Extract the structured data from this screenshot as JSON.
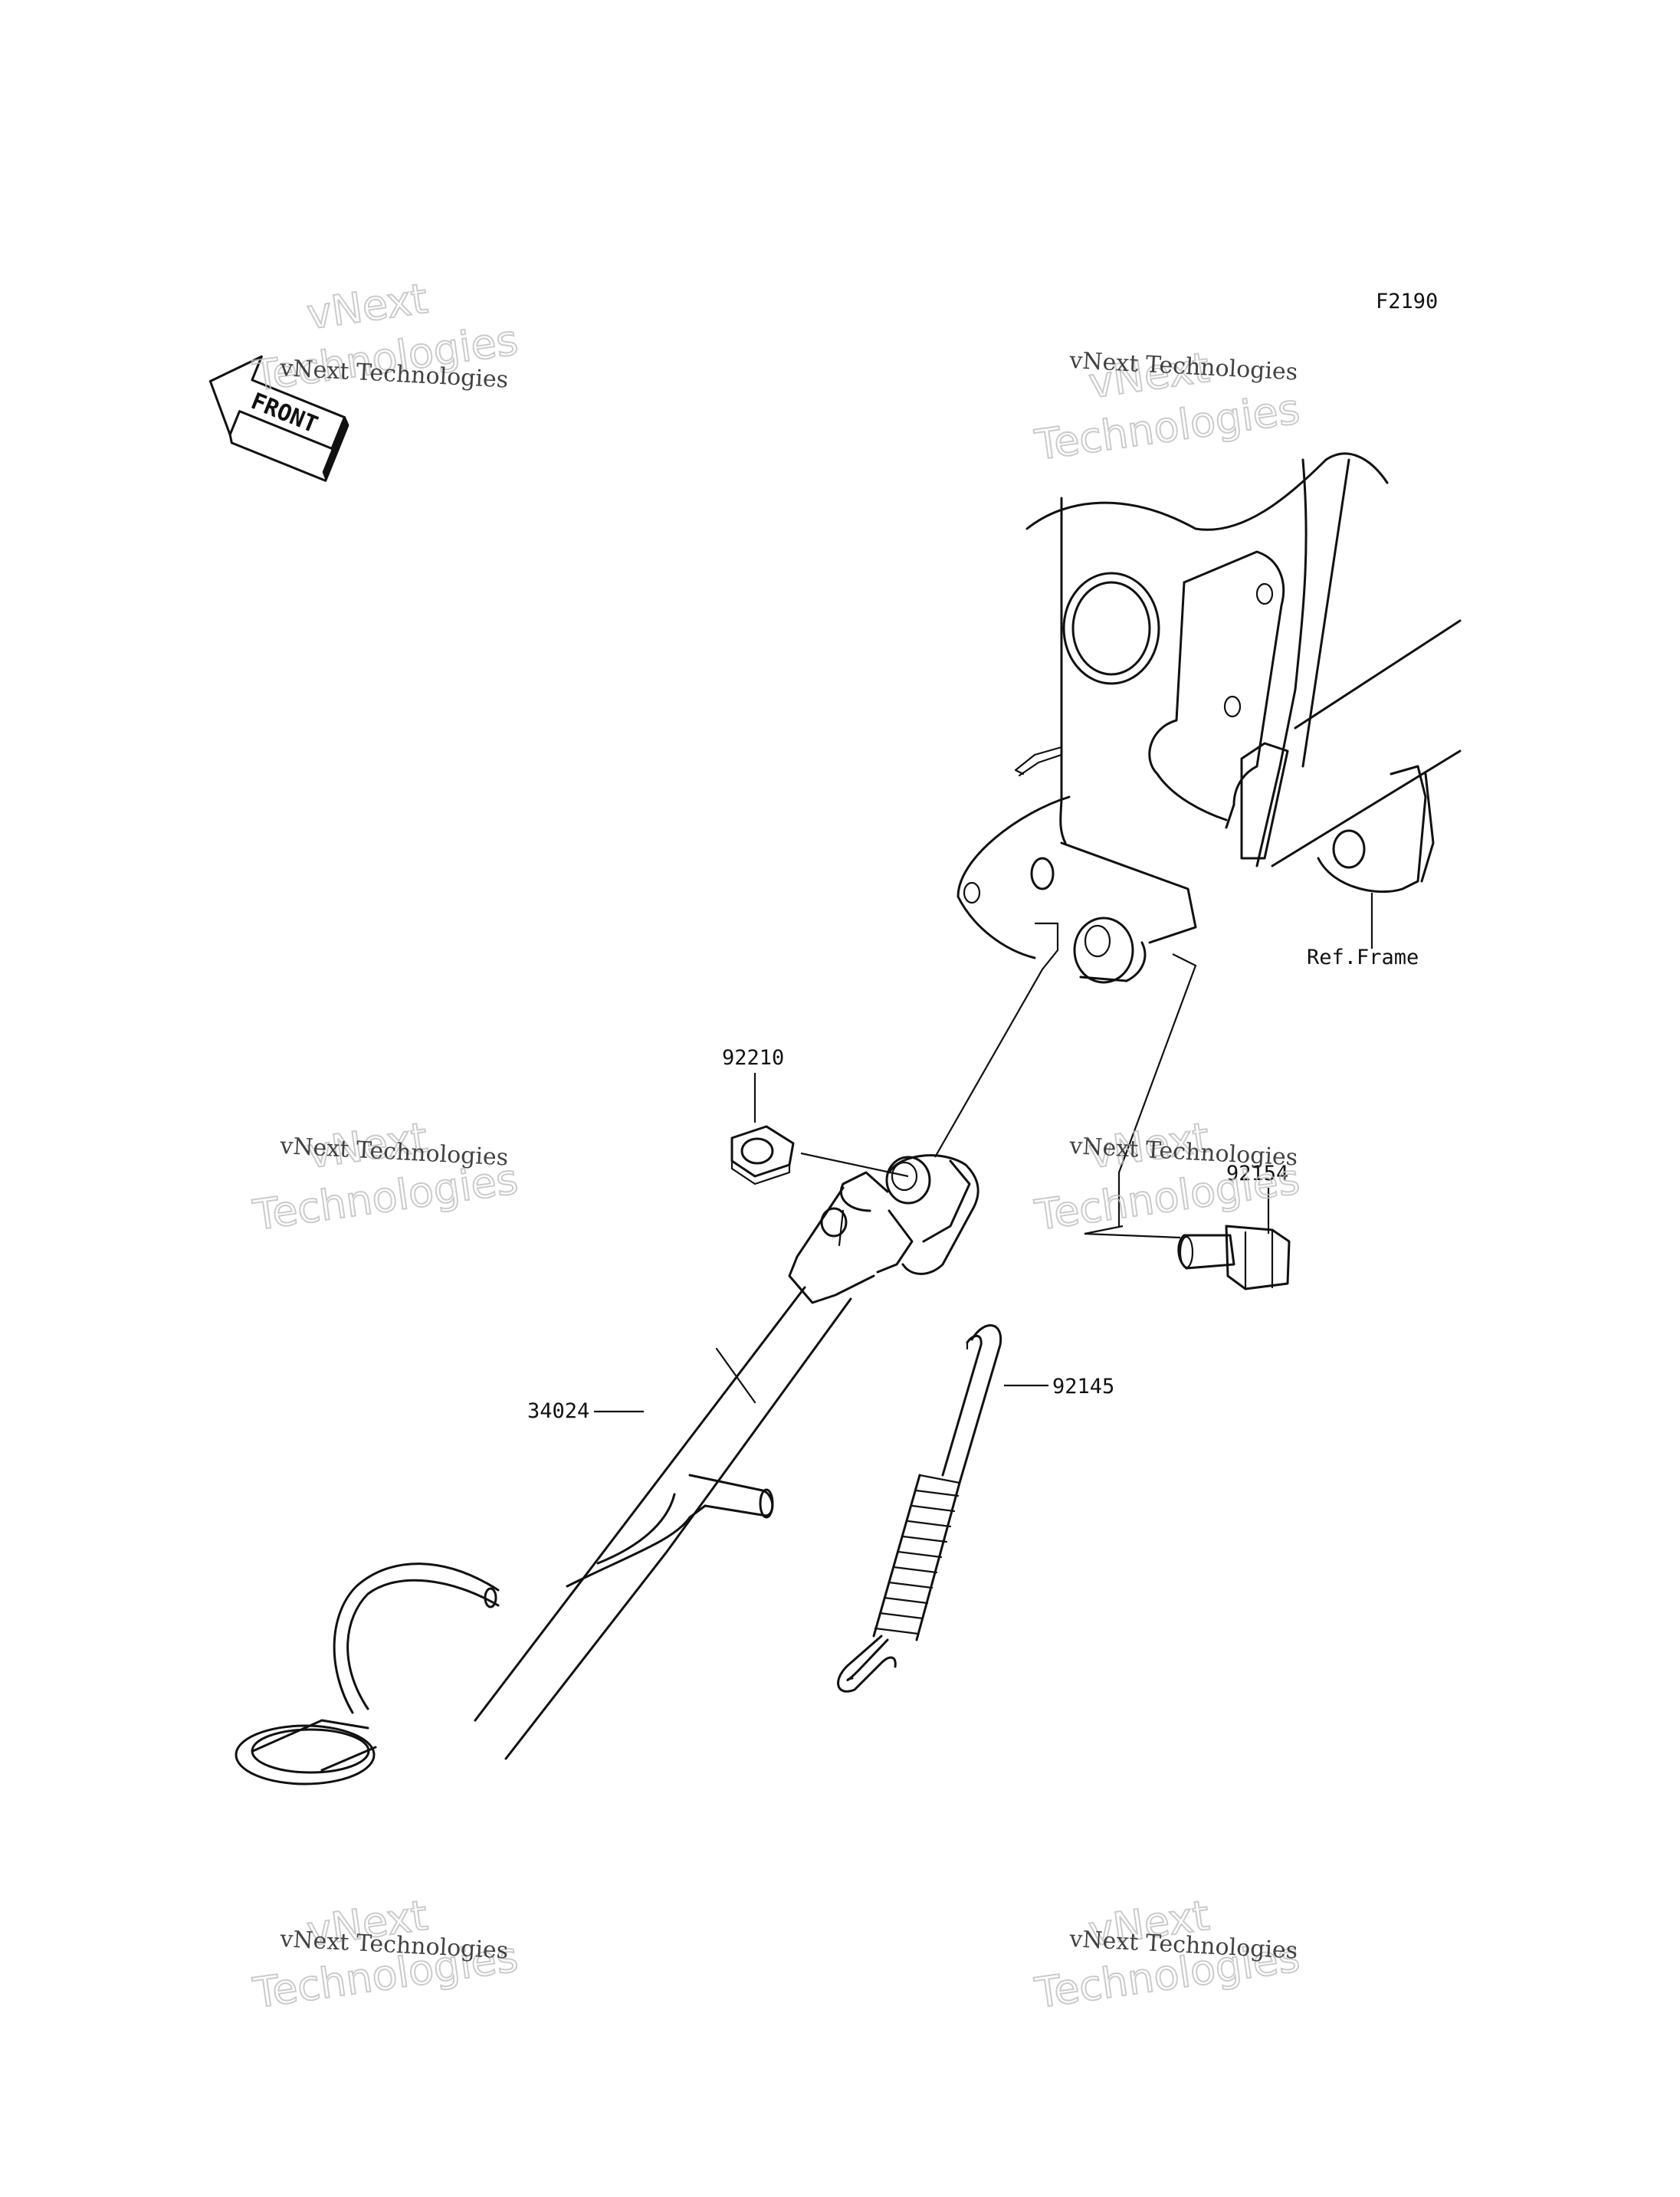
{
  "diagram": {
    "figure_code": "F2190",
    "front_arrow_label": "FRONT",
    "ref_label": "Ref.Frame",
    "parts": [
      {
        "id": "part-92210",
        "number": "92210",
        "name": "nut"
      },
      {
        "id": "part-92154",
        "number": "92154",
        "name": "bolt"
      },
      {
        "id": "part-34024",
        "number": "34024",
        "name": "side-stand"
      },
      {
        "id": "part-92145",
        "number": "92145",
        "name": "spring"
      }
    ]
  },
  "watermark": {
    "line_small": "vNext Technologies",
    "line_big_1": "vNext",
    "line_big_2": "Technologies"
  }
}
